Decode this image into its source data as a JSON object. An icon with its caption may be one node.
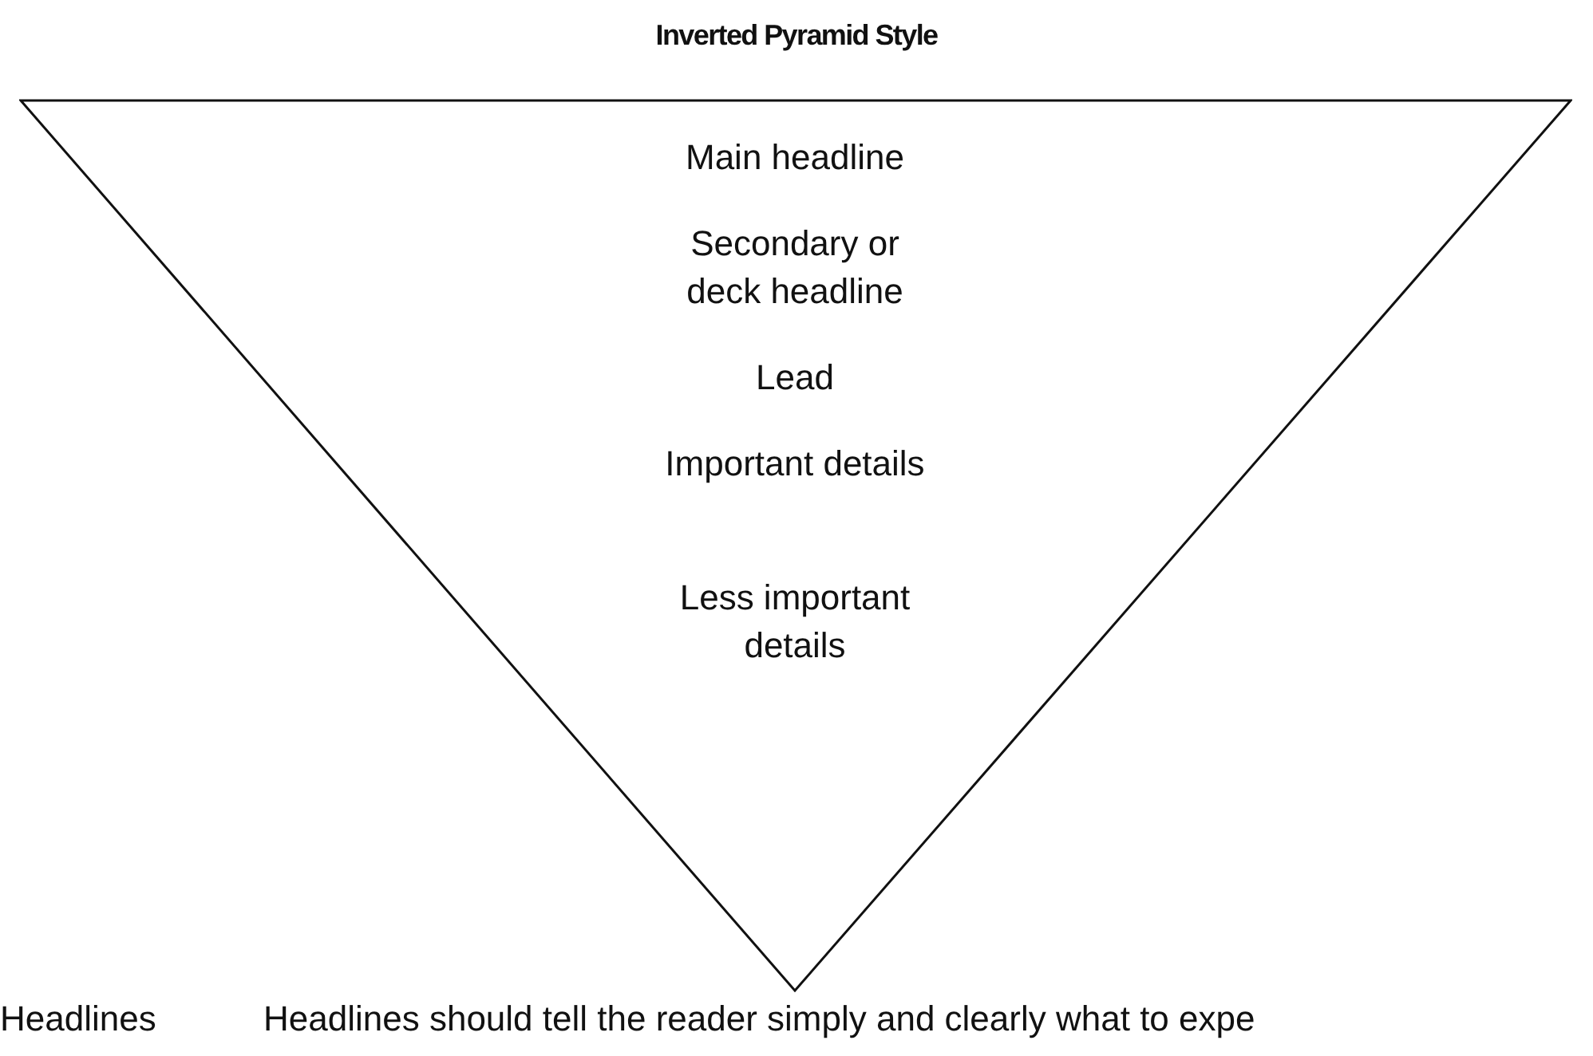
{
  "diagram": {
    "title": "Inverted Pyramid Style",
    "nodes": [
      {
        "text": [
          "Main headline",
          "Secondary or deck headline",
          "Lead",
          "Important details",
          "Less important details"
        ]
      }
    ],
    "edges": [],
    "labels": [
      "Headlines",
      "Headlines should tell the reader simply and clearly what to expe"
    ]
  }
}
